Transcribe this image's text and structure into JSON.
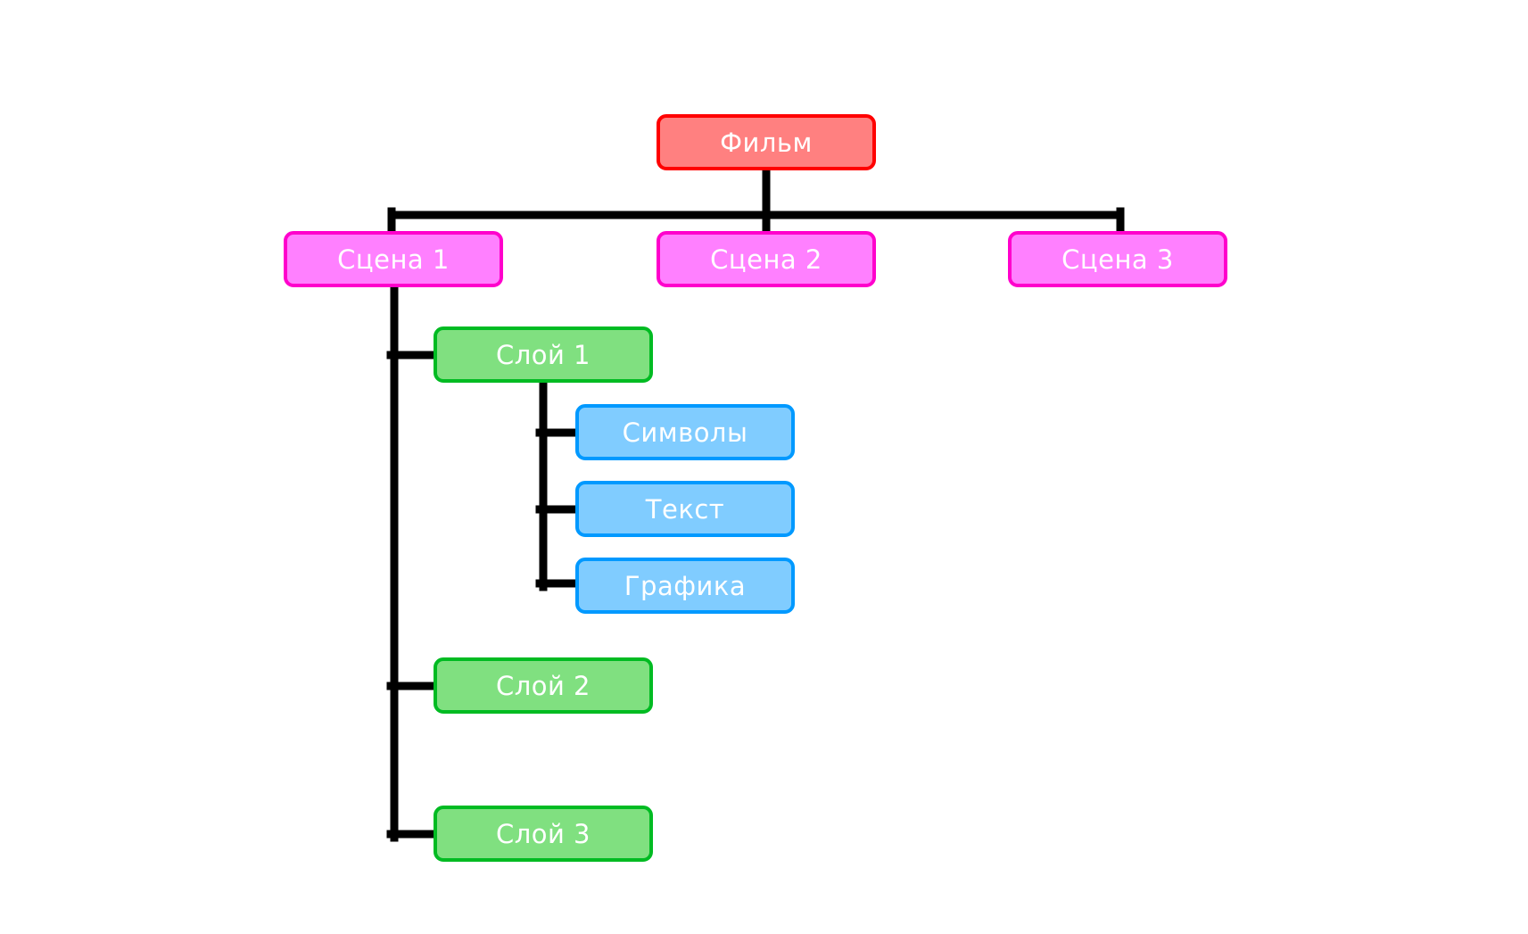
{
  "colors": {
    "connector": "#000000",
    "film": {
      "fill": "#ff8080",
      "border": "#ff0000"
    },
    "scene": {
      "fill": "#ff80ff",
      "border": "#ff00cc"
    },
    "layer": {
      "fill": "#80e080",
      "border": "#00bb22"
    },
    "element": {
      "fill": "#80ccff",
      "border": "#0099ff"
    }
  },
  "tree": {
    "root": {
      "label": "Фильм",
      "level": "film"
    },
    "scenes": [
      {
        "label": "Сцена 1",
        "level": "scene",
        "layers": [
          {
            "label": "Слой 1",
            "level": "layer",
            "elements": [
              {
                "label": "Символы",
                "level": "element"
              },
              {
                "label": "Текст",
                "level": "element"
              },
              {
                "label": "Графика",
                "level": "element"
              }
            ]
          },
          {
            "label": "Слой 2",
            "level": "layer",
            "elements": []
          },
          {
            "label": "Слой 3",
            "level": "layer",
            "elements": []
          }
        ]
      },
      {
        "label": "Сцена 2",
        "level": "scene",
        "layers": []
      },
      {
        "label": "Сцена 3",
        "level": "scene",
        "layers": []
      }
    ]
  }
}
